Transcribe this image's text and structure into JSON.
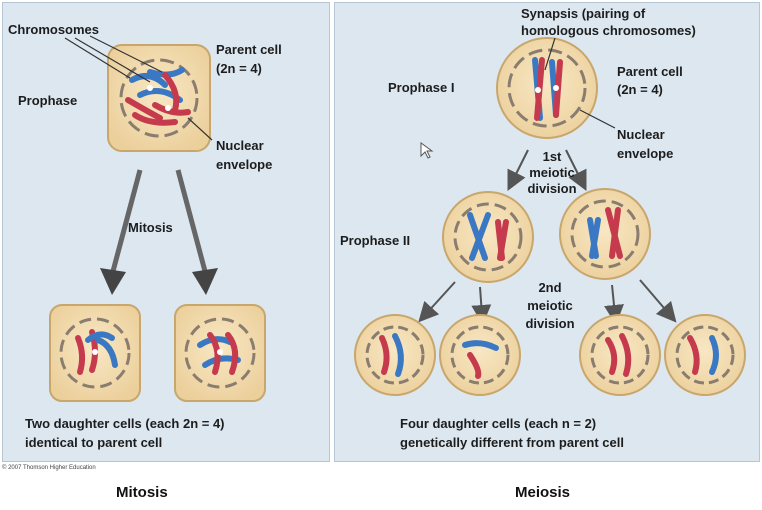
{
  "left": {
    "chromosomes_label": "Chromosomes",
    "parent_cell_line1": "Parent cell",
    "parent_cell_line2": "(2n = 4)",
    "prophase_label": "Prophase",
    "nuclear_line1": "Nuclear",
    "nuclear_line2": "envelope",
    "mitosis_label": "Mitosis",
    "daughters_line1": "Two daughter cells (each 2n = 4)",
    "daughters_line2": "identical to parent cell"
  },
  "right": {
    "synapsis_line1": "Synapsis (pairing of",
    "synapsis_line2": "homologous chromosomes)",
    "prophase1_label": "Prophase I",
    "parent_cell_line1": "Parent cell",
    "parent_cell_line2": "(2n = 4)",
    "nuclear_line1": "Nuclear",
    "nuclear_line2": "envelope",
    "div1_line1": "1st",
    "div1_line2": "meiotic",
    "div1_line3": "division",
    "prophase2_label": "Prophase II",
    "div2_line1": "2nd",
    "div2_line2": "meiotic",
    "div2_line3": "division",
    "daughters_line1": "Four daughter cells (each n = 2)",
    "daughters_line2": "genetically different from parent cell"
  },
  "copyright": "© 2007 Thomson Higher Education",
  "caption_left": "Mitosis",
  "caption_right": "Meiosis",
  "colors": {
    "panel_bg": "#dce7f0",
    "cell_fill": "#f3dcae",
    "cell_border": "#c8a66c",
    "chromosome_blue": "#3a78c3",
    "chromosome_red": "#c53a4d",
    "envelope": "#8a7d6f",
    "arrow": "#5a5a5a"
  }
}
